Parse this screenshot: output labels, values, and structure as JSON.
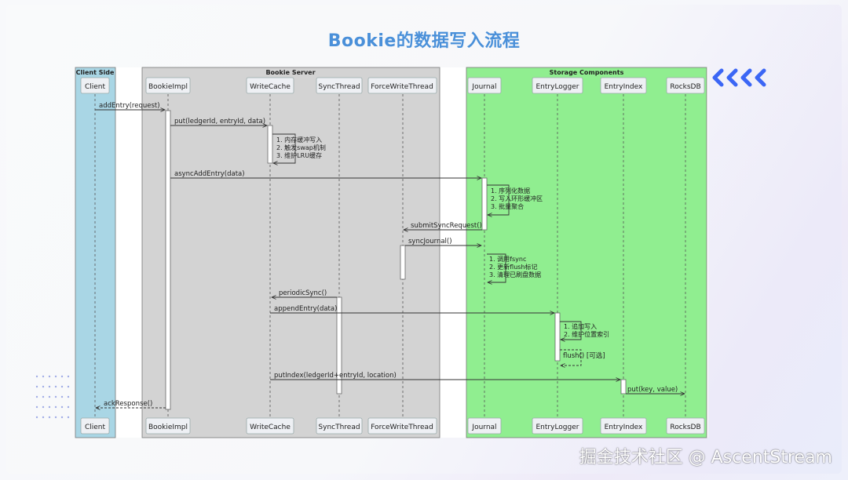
{
  "title": "Bookie的数据写入流程",
  "watermark": "掘金技术社区 @ AscentStream",
  "groups": {
    "client": "Client Side",
    "bookie": "Bookie Server",
    "storage": "Storage Components"
  },
  "participants": [
    "Client",
    "BookieImpl",
    "WriteCache",
    "SyncThread",
    "ForceWriteThread",
    "Journal",
    "EntryLogger",
    "EntryIndex",
    "RocksDB"
  ],
  "messages": {
    "addEntry": "addEntry(request)",
    "put": "put(ledgerId, entryId, data)",
    "asyncAddEntry": "asyncAddEntry(data)",
    "submitSyncRequest": "submitSyncRequest()",
    "syncJournal": "syncJournal()",
    "periodicSync": "periodicSync()",
    "appendEntry": "appendEntry(data)",
    "flush": "flush() [可选]",
    "putIndex": "putIndex(ledgerId+entryId, location)",
    "putKV": "put(key, value)",
    "ackResponse": "ackResponse()"
  },
  "notes": {
    "writeCache": [
      "1. 内存缓冲写入",
      "2. 触发swap机制",
      "3. 维护LRU缓存"
    ],
    "journal": [
      "1. 序列化数据",
      "2. 写入环形缓冲区",
      "3. 批量聚合"
    ],
    "fsync": [
      "1. 调用fsync",
      "2. 更新flush标记",
      "3. 清理已刷盘数据"
    ],
    "entryLogger": [
      "1. 追加写入",
      "2. 维护位置索引"
    ]
  },
  "colors": {
    "title": "#4a90d9",
    "client_group": "#a9d6e5",
    "bookie_group": "#d3d3d3",
    "storage_group": "#90ee90",
    "chevron": "#3b66f5"
  },
  "icons": [
    "chevron-left-icon"
  ]
}
